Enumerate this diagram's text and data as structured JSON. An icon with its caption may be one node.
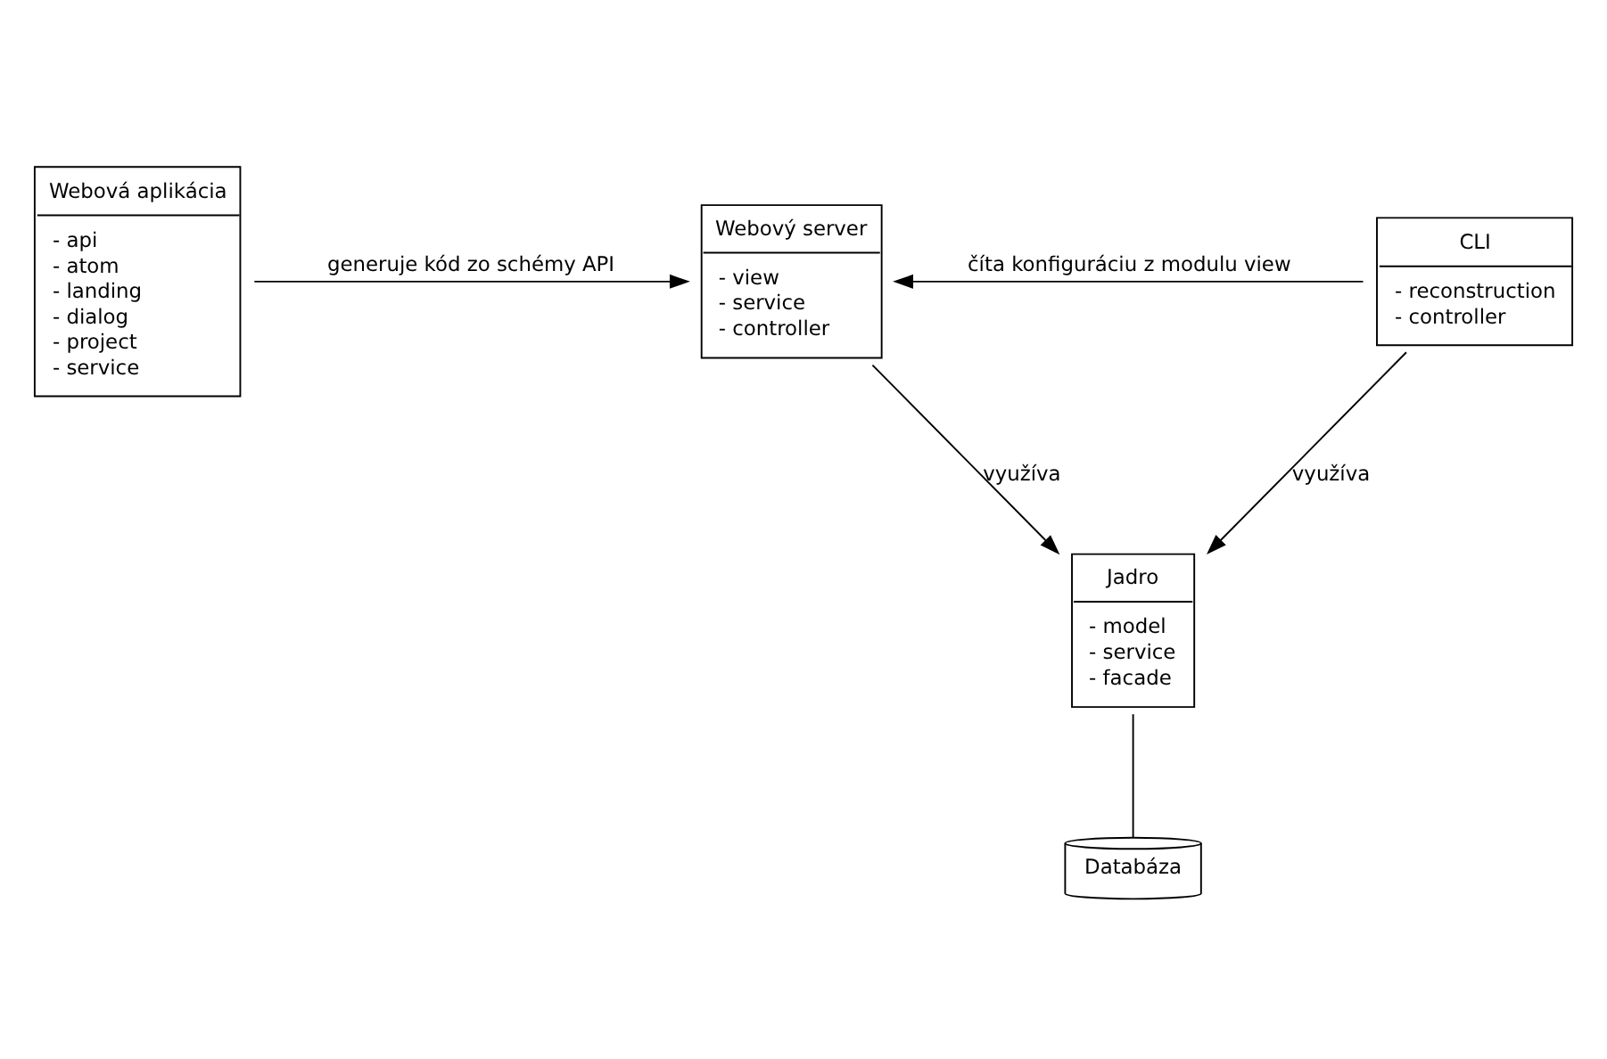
{
  "diagram": {
    "nodes": [
      {
        "text": [
          "Webová aplikácia",
          "- api",
          "- atom",
          "- landing",
          "- dialog",
          "- project",
          "- service"
        ]
      },
      {
        "text": [
          "Webový server",
          "- view",
          "- service",
          "- controller"
        ]
      },
      {
        "text": [
          "CLI",
          "- reconstruction",
          "- controller"
        ]
      },
      {
        "text": [
          "Jadro",
          "- model",
          "- service",
          "- facade"
        ]
      },
      {
        "text": [
          "Databáza"
        ]
      }
    ],
    "edges": [
      {
        "from": 0,
        "to": 1,
        "arrow": "to",
        "label": "generuje kód zo schémy API"
      },
      {
        "from": 2,
        "to": 1,
        "arrow": "to",
        "label": "číta konfiguráciu z modulu view"
      },
      {
        "from": 1,
        "to": 3,
        "arrow": "to",
        "label": "využíva"
      },
      {
        "from": 2,
        "to": 3,
        "arrow": "to",
        "label": "využíva"
      },
      {
        "from": 3,
        "to": 4,
        "arrow": "none"
      }
    ]
  }
}
